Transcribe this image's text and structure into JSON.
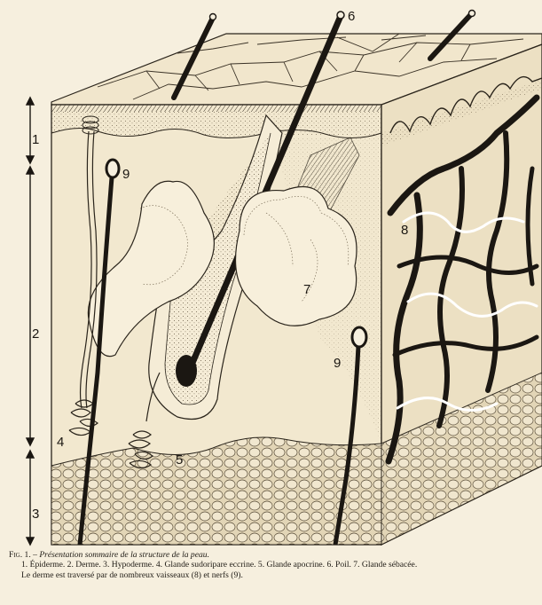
{
  "figure": {
    "labels": {
      "epidermis": "1",
      "dermis": "2",
      "hypodermis": "3",
      "eccrine_gland": "4",
      "apocrine_gland": "5",
      "hair": "6",
      "sebaceous_gland": "7",
      "vessels": "8",
      "nerve_left": "9",
      "nerve_right": "9"
    },
    "colors": {
      "paper": "#f6efde",
      "ink": "#1b1712",
      "tissue": "#efe3c6",
      "fat": "#ddd0b2"
    }
  },
  "caption": {
    "fig_label": "Fig. 1.",
    "separator": " – ",
    "title": "Présentation sommaire de la structure de la peau.",
    "legend": "1. Épiderme. 2. Derme. 3. Hypoderme. 4. Glande sudoripare eccrine. 5. Glande apocrine. 6. Poil. 7. Glande sébacée.",
    "note": "Le derme est traversé par de nombreux vaisseaux (8) et nerfs (9)."
  }
}
